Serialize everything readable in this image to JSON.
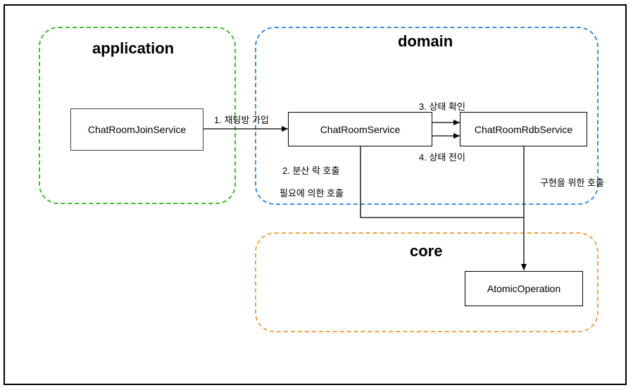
{
  "groups": {
    "application": "application",
    "domain": "domain",
    "core": "core"
  },
  "nodes": {
    "join": "ChatRoomJoinService",
    "chatroom": "ChatRoomService",
    "rdb": "ChatRoomRdbService",
    "atomic": "AtomicOperation"
  },
  "edges": {
    "join_to_chatroom": "1. 채팅방 가입",
    "check_state": "3. 상태 확인",
    "transition_state": "4. 상태 전이",
    "lock_call": "2. 분산 락 호출",
    "need_call": "필요에 의한 호출",
    "impl_call": "구현을 위한 호출"
  }
}
